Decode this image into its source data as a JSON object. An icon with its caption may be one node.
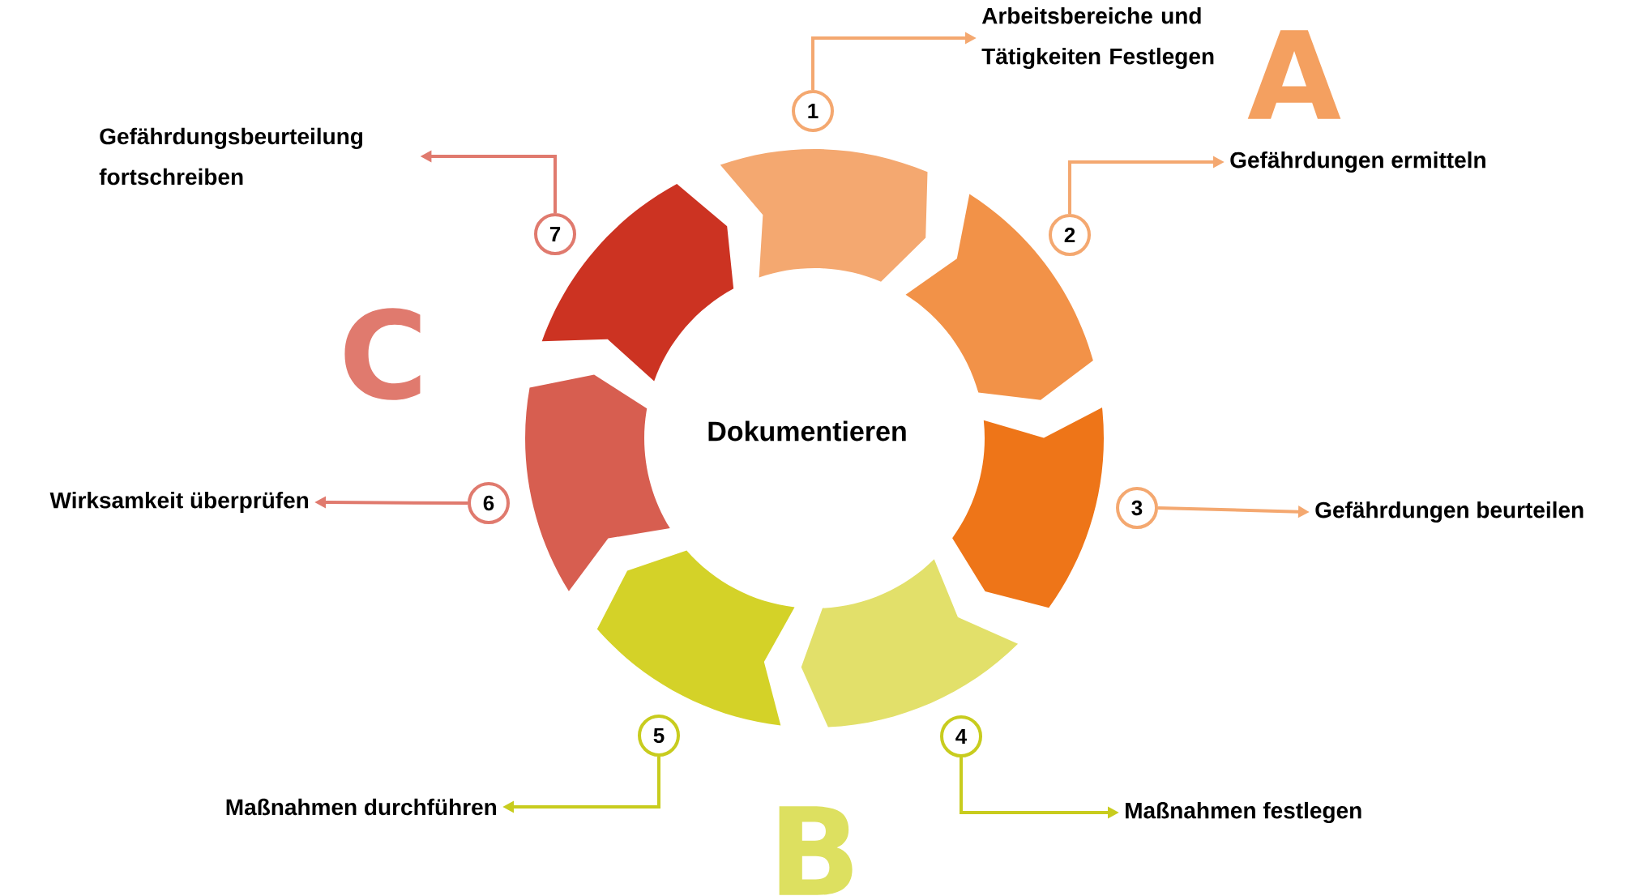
{
  "diagram": {
    "nodes": [
      {
        "text": [
          "Dokumentieren"
        ]
      },
      {
        "text": [
          "1"
        ]
      },
      {
        "text": [
          "2"
        ]
      },
      {
        "text": [
          "3"
        ]
      },
      {
        "text": [
          "4"
        ]
      },
      {
        "text": [
          "5"
        ]
      },
      {
        "text": [
          "6"
        ]
      },
      {
        "text": [
          "7"
        ]
      },
      {
        "text": [
          "Arbeitsbereiche und Tätigkeiten Festlegen"
        ]
      },
      {
        "text": [
          "Gefährdungen ermitteln"
        ]
      },
      {
        "text": [
          "Gefährdungen beurteilen"
        ]
      },
      {
        "text": [
          "Maßnahmen festlegen"
        ]
      },
      {
        "text": [
          "Maßnahmen durchführen"
        ]
      },
      {
        "text": [
          "Wirksamkeit überprüfen"
        ]
      },
      {
        "text": [
          "Gefährdungsbeurteilung fortschreiben"
        ]
      }
    ],
    "edges": [
      {
        "from": 1,
        "to": 8,
        "arrow": "to",
        "color": "#f4a870"
      },
      {
        "from": 2,
        "to": 9,
        "arrow": "to",
        "color": "#f4a870"
      },
      {
        "from": 3,
        "to": 10,
        "arrow": "to",
        "color": "#f4a870"
      },
      {
        "from": 4,
        "to": 11,
        "arrow": "to",
        "color": "#c8cc1e"
      },
      {
        "from": 5,
        "to": 12,
        "arrow": "to",
        "color": "#c8cc1e"
      },
      {
        "from": 6,
        "to": 13,
        "arrow": "to",
        "color": "#e07a6e"
      },
      {
        "from": 7,
        "to": 14,
        "arrow": "to",
        "color": "#e07a6e"
      }
    ],
    "labels": [
      "A",
      "B",
      "C"
    ]
  }
}
